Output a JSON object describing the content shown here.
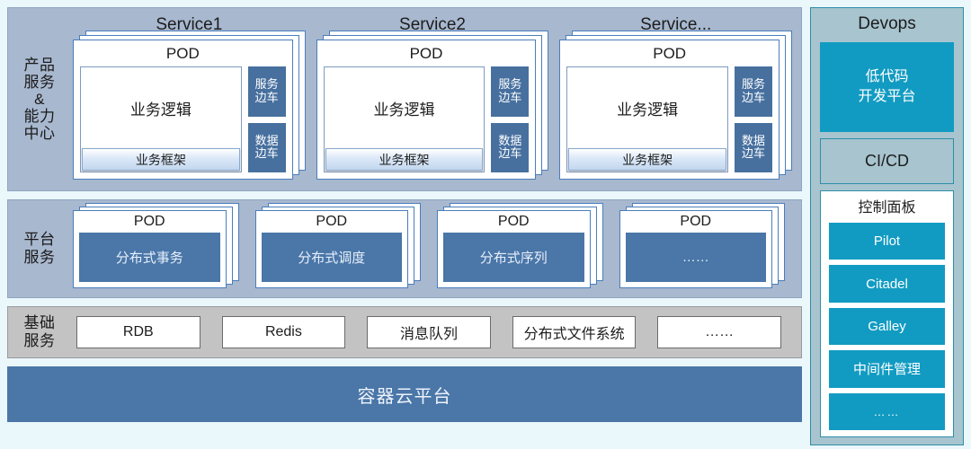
{
  "theme": {
    "page_bg": "#eaf7fb",
    "band_blue": "#a8b8cf",
    "band_gray": "#c3c3c3",
    "pod_border": "#4a7ebb",
    "sidecar_fill": "#47709f",
    "platform_fill": "#4a76a8",
    "cloud_fill": "#4a76a8",
    "devops_bg": "#a7c4cf",
    "devops_border": "#2e8ea8",
    "teal_accent": "#129bc2"
  },
  "rows": {
    "services": {
      "label": "产品\n服务\n&\n能力\n中心",
      "label_lines": [
        "产品",
        "服务",
        "&",
        "能力",
        "中心"
      ],
      "services": [
        {
          "title": "Service1",
          "pod_label": "POD",
          "logic_label": "业务逻辑",
          "framework_label": "业务框架",
          "sidecars": [
            {
              "line1": "服务",
              "line2": "边车"
            },
            {
              "line1": "数据",
              "line2": "边车"
            }
          ]
        },
        {
          "title": "Service2",
          "pod_label": "POD",
          "logic_label": "业务逻辑",
          "framework_label": "业务框架",
          "sidecars": [
            {
              "line1": "服务",
              "line2": "边车"
            },
            {
              "line1": "数据",
              "line2": "边车"
            }
          ]
        },
        {
          "title": "Service...",
          "pod_label": "POD",
          "logic_label": "业务逻辑",
          "framework_label": "业务框架",
          "sidecars": [
            {
              "line1": "服务",
              "line2": "边车"
            },
            {
              "line1": "数据",
              "line2": "边车"
            }
          ]
        }
      ]
    },
    "platform": {
      "label_lines": [
        "平台",
        "服务"
      ],
      "pods": [
        {
          "pod_label": "POD",
          "service_label": "分布式事务"
        },
        {
          "pod_label": "POD",
          "service_label": "分布式调度"
        },
        {
          "pod_label": "POD",
          "service_label": "分布式序列"
        },
        {
          "pod_label": "POD",
          "service_label": "……"
        }
      ]
    },
    "infrastructure": {
      "label_lines": [
        "基础",
        "服务"
      ],
      "items": [
        "RDB",
        "Redis",
        "消息队列",
        "分布式文件系统",
        "……"
      ]
    },
    "cloud": {
      "label": "容器云平台"
    }
  },
  "devops": {
    "title": "Devops",
    "lowcode": {
      "line1": "低代码",
      "line2": "开发平台"
    },
    "cicd_label": "CI/CD",
    "control_panel": {
      "title": "控制面板",
      "items": [
        "Pilot",
        "Citadel",
        "Galley",
        "中间件管理",
        "……"
      ]
    }
  }
}
